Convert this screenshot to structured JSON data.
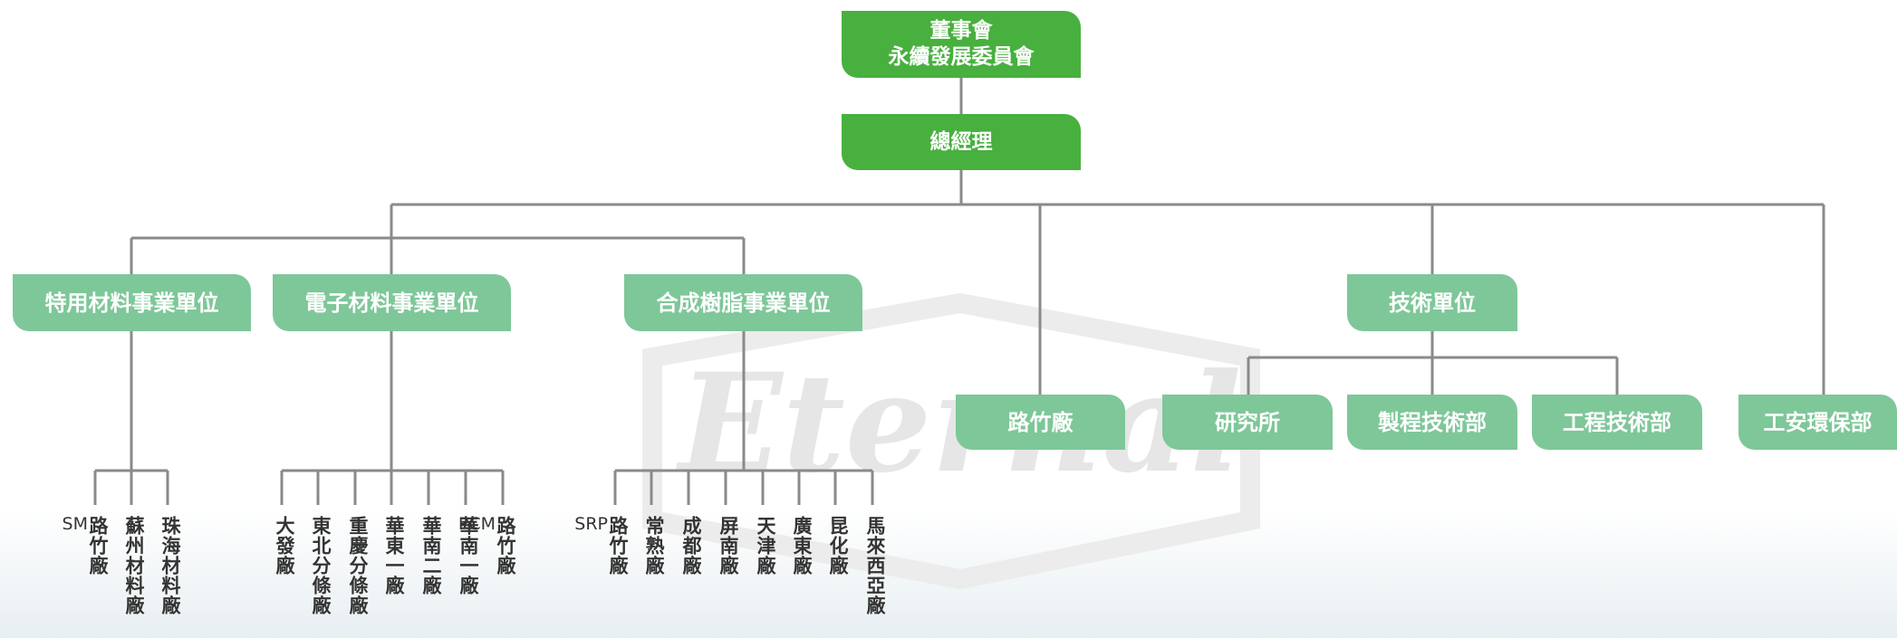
{
  "chart": {
    "board": [
      "董事會",
      "永續發展委員會"
    ],
    "gm": "總經理",
    "units": {
      "special": "特用材料事業單位",
      "electronic": "電子材料事業單位",
      "resin": "合成樹脂事業單位",
      "luzhu": "路竹廠",
      "tech": "技術單位",
      "research": "研究所",
      "process": "製程技術部",
      "engineering": "工程技術部",
      "safety": "工安環保部"
    },
    "plants": {
      "special": [
        {
          "cjk": "路竹廠",
          "latin": "SM"
        },
        {
          "cjk": "蘇州材料廠",
          "latin": ""
        },
        {
          "cjk": "珠海材料廠",
          "latin": ""
        }
      ],
      "electronic": [
        {
          "cjk": "大發廠",
          "latin": ""
        },
        {
          "cjk": "東北分條廠",
          "latin": ""
        },
        {
          "cjk": "重慶分條廠",
          "latin": ""
        },
        {
          "cjk": "華東一廠",
          "latin": ""
        },
        {
          "cjk": "華南二廠",
          "latin": ""
        },
        {
          "cjk": "華南一廠",
          "latin": ""
        },
        {
          "cjk": "路竹廠",
          "latin": "PCM"
        }
      ],
      "resin": [
        {
          "cjk": "路竹廠",
          "latin": "SRP"
        },
        {
          "cjk": "常熟廠",
          "latin": ""
        },
        {
          "cjk": "成都廠",
          "latin": ""
        },
        {
          "cjk": "屏南廠",
          "latin": ""
        },
        {
          "cjk": "天津廠",
          "latin": ""
        },
        {
          "cjk": "廣東廠",
          "latin": ""
        },
        {
          "cjk": "昆化廠",
          "latin": ""
        },
        {
          "cjk": "馬來西亞廠",
          "latin": ""
        }
      ]
    },
    "watermark": "Eternal"
  },
  "colors": {
    "dark_green": "#48b03e",
    "light_green": "#7ec799",
    "line": "#8a8a8a"
  }
}
